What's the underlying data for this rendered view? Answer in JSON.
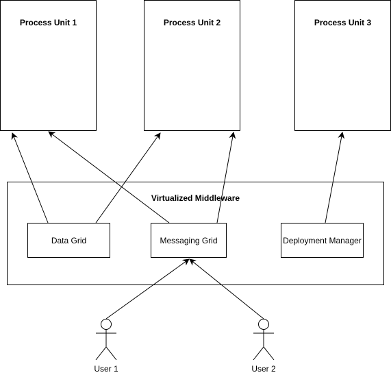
{
  "process_units": [
    {
      "title": "Process Unit 1"
    },
    {
      "title": "Process Unit 2"
    },
    {
      "title": "Process Unit 3"
    }
  ],
  "middleware": {
    "title": "Virtualized Middleware",
    "components": [
      {
        "label": "Data Grid"
      },
      {
        "label": "Messaging Grid"
      },
      {
        "label": "Deployment Manager"
      }
    ]
  },
  "actors": [
    {
      "label": "User 1"
    },
    {
      "label": "User 2"
    }
  ],
  "colors": {
    "stroke": "#000000",
    "fill": "#ffffff"
  }
}
